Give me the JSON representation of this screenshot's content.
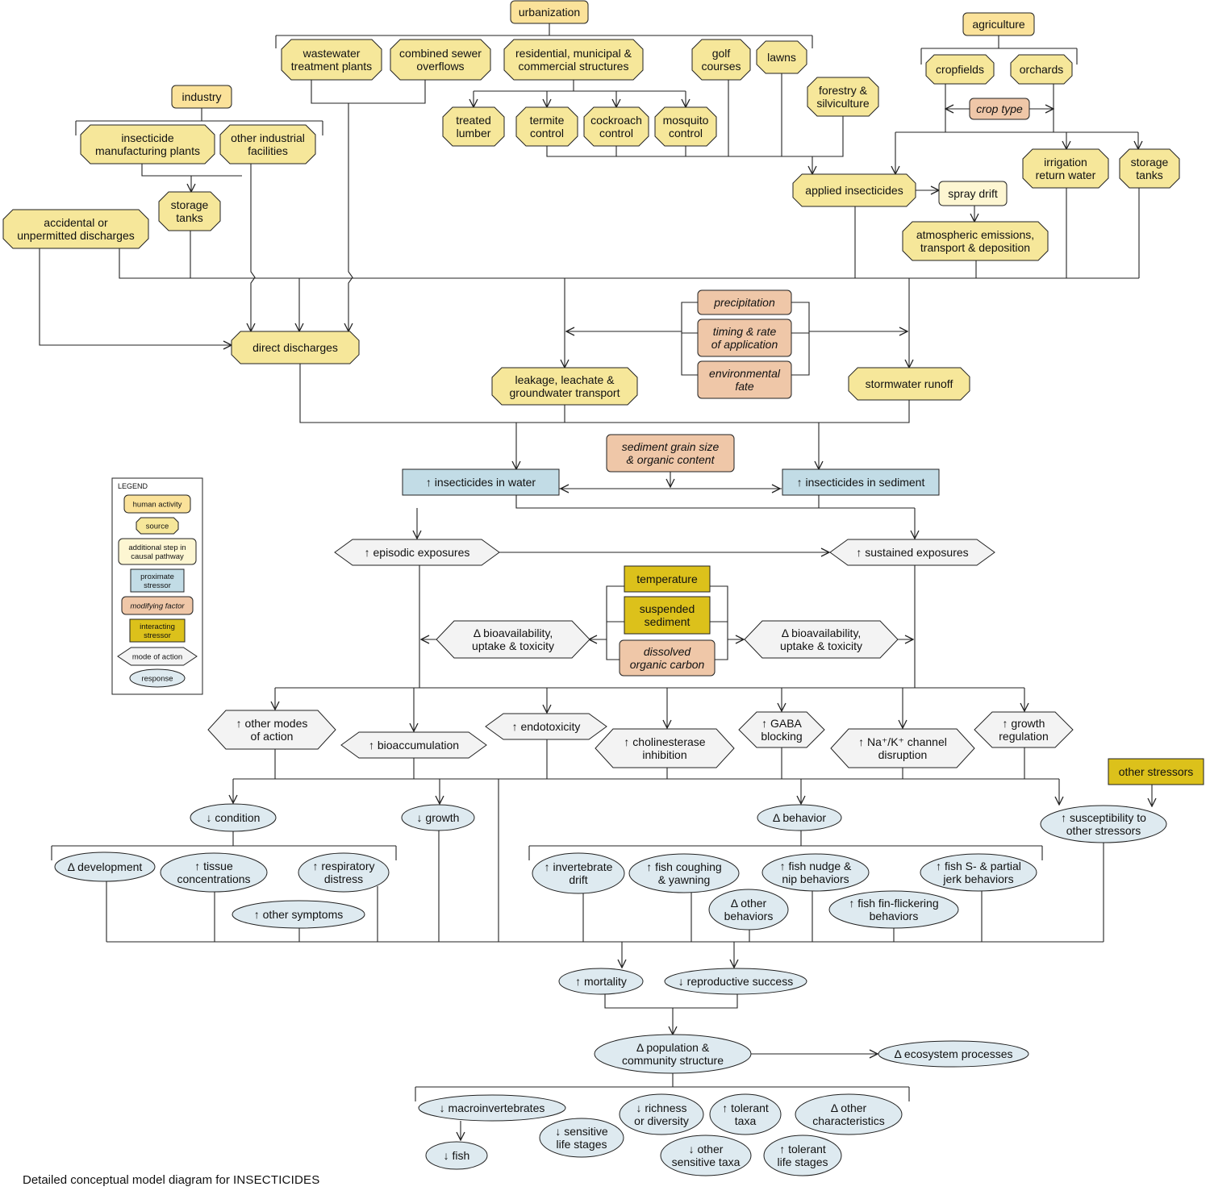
{
  "caption": {
    "prefix": "Detailed conceptual model diagram for ",
    "emphasis": "INSECTICIDES"
  },
  "legend": {
    "title": "LEGEND",
    "items": [
      {
        "kind": "activity",
        "label": "human activity"
      },
      {
        "kind": "source",
        "label": "source"
      },
      {
        "kind": "step",
        "label": "additional step in causal pathway"
      },
      {
        "kind": "proximate",
        "label": "proximate stressor"
      },
      {
        "kind": "modifier",
        "label": "modifying factor"
      },
      {
        "kind": "interacting",
        "label": "interacting stressor"
      },
      {
        "kind": "mode",
        "label": "mode of action"
      },
      {
        "kind": "response",
        "label": "response"
      }
    ]
  },
  "colors": {
    "activity": "#fbe29a",
    "source": "#f6e79a",
    "step": "#fdf6d2",
    "proximate": "#c2dce6",
    "modifier": "#efc7a8",
    "interacting": "#dcc11b",
    "mode": "#f3f3f3",
    "response": "#deeaf0",
    "stroke": "#222222"
  },
  "nodes": {
    "urbanization": "urbanization",
    "agriculture": "agriculture",
    "industry": "industry",
    "wastewater": "wastewater treatment plants",
    "sewer": "combined sewer overflows",
    "residential": "residential, municipal & commercial structures",
    "golf": "golf courses",
    "lawns": "lawns",
    "forestry": "forestry & silviculture",
    "cropfields": "cropfields",
    "orchards": "orchards",
    "crop_type": "crop type",
    "insecticide_plants": "insecticide manufacturing plants",
    "other_industrial": "other industrial facilities",
    "treated_lumber": "treated lumber",
    "termite": "termite control",
    "cockroach": "cockroach control",
    "mosquito": "mosquito control",
    "irrigation": "irrigation return water",
    "storage_ag": "storage tanks",
    "storage_ind": "storage tanks",
    "accidental": "accidental or unpermitted discharges",
    "applied": "applied insecticides",
    "spray_drift": "spray drift",
    "atmospheric": "atmospheric emissions, transport & deposition",
    "precipitation": "precipitation",
    "timing": "timing & rate of application",
    "env_fate": "environmental fate",
    "direct": "direct discharges",
    "leakage": "leakage, leachate & groundwater transport",
    "stormwater": "stormwater runoff",
    "grain": "sediment grain size & organic content",
    "ins_water": "↑ insecticides in water",
    "ins_sed": "↑ insecticides in sediment",
    "episodic": "↑ episodic exposures",
    "sustained": "↑ sustained exposures",
    "temperature": "temperature",
    "susp_sed": "suspended sediment",
    "doc": "dissolved organic carbon",
    "bio_left": "Δ bioavailability, uptake & toxicity",
    "bio_right": "Δ bioavailability, uptake & toxicity",
    "other_modes": "↑ other modes of action",
    "bioaccum": "↑ bioaccumulation",
    "endotox": "↑ endotoxicity",
    "cholin": "↑ cholinesterase inhibition",
    "gaba": "↑ GABA blocking",
    "nak": "↑ Na⁺/K⁺ channel disruption",
    "growth_reg": "↑ growth regulation",
    "other_stressors": "other stressors",
    "condition": "↓ condition",
    "growth": "↓ growth",
    "behavior": "Δ behavior",
    "suscept": "↑ susceptibility to other stressors",
    "development": "Δ development",
    "tissue": "↑ tissue concentrations",
    "respiratory": "↑ respiratory distress",
    "other_symptoms": "↑ other symptoms",
    "inv_drift": "↑ invertebrate drift",
    "coughing": "↑ fish coughing & yawning",
    "other_behaviors": "Δ other behaviors",
    "nudge": "↑ fish nudge & nip behaviors",
    "fin": "↑ fish fin-flickering behaviors",
    "jerk": "↑ fish S- & partial jerk behaviors",
    "mortality": "↑ mortality",
    "repro": "↓ reproductive success",
    "population": "Δ population & community structure",
    "ecosystem": "Δ ecosystem processes",
    "macroinv": "↓ macroinvertebrates",
    "fish": "↓ fish",
    "sensitive_life": "↓ sensitive life stages",
    "richness": "↓ richness or diversity",
    "other_sensitive": "↓ other sensitive taxa",
    "tolerant_taxa": "↑ tolerant taxa",
    "tolerant_life": "↑ tolerant life stages",
    "other_chars": "Δ other characteristics"
  }
}
